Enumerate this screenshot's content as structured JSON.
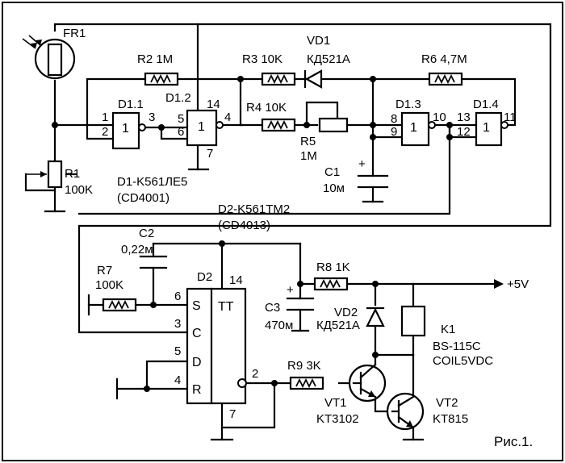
{
  "figure_label": "Рис.1.",
  "components": {
    "fr1": "FR1",
    "r1_name": "R1",
    "r1_value": "100K",
    "r2": "R2 1M",
    "r3": "R3 10K",
    "r4": "R4 10K",
    "r5_name": "R5",
    "r5_value": "1M",
    "r6": "R6 4,7M",
    "r7_name": "R7",
    "r7_value": "100K",
    "r8": "R8 1K",
    "r9": "R9 3K",
    "vd1_name": "VD1",
    "vd1_part": "КД521А",
    "vd2_name": "VD2",
    "vd2_part": "КД521А",
    "c1_name": "C1",
    "c1_value": "10м",
    "c2_name": "C2",
    "c2_value": "0,22м",
    "c3_name": "C3",
    "c3_value": "470м",
    "k1_name": "K1",
    "k1_part": "BS-115C",
    "k1_coil": "COIL5VDC",
    "vt1_name": "VT1",
    "vt1_part": "KT3102",
    "vt2_name": "VT2",
    "vt2_part": "KT815",
    "power": "+5V",
    "plus_sign": "+"
  },
  "chips": {
    "d1_1": "D1.1",
    "d1_2": "D1.2",
    "d1_3": "D1.3",
    "d1_4": "D1.4",
    "d1_type": "D1-K561ЛЕ5",
    "d1_equiv": "(CD4001)",
    "d2_type": "D2-K561TM2",
    "d2_equiv": "(CD4013)",
    "d2_name": "D2",
    "d2_kind": "TT",
    "gate_mark": "1",
    "d2_pins": {
      "s": "S",
      "c": "C",
      "d": "D",
      "r": "R"
    }
  },
  "pins": {
    "p1": "1",
    "p2": "2",
    "p3": "3",
    "p4": "4",
    "p5": "5",
    "p6": "6",
    "p7": "7",
    "p8": "8",
    "p9": "9",
    "p10": "10",
    "p11": "11",
    "p12": "12",
    "p13": "13",
    "p14": "14"
  }
}
